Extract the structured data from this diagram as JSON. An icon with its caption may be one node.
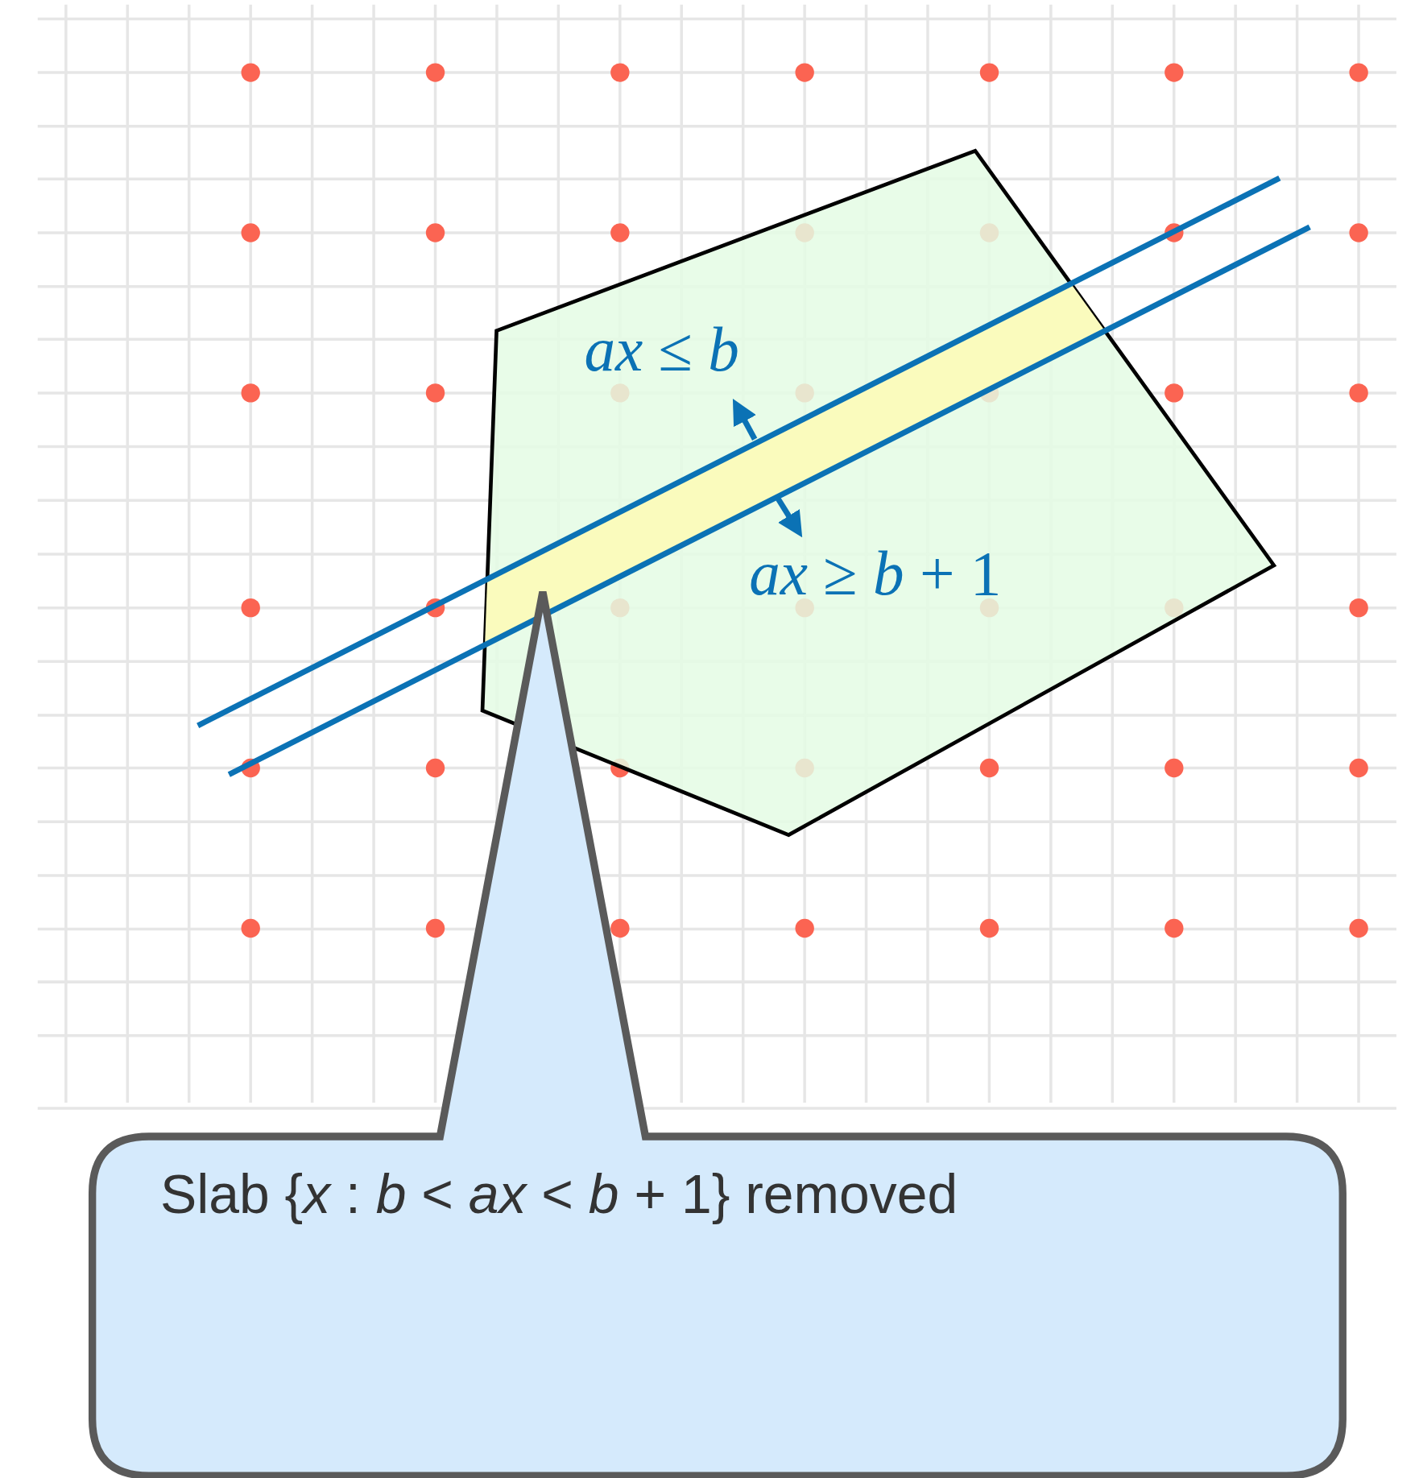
{
  "diagram": {
    "nodes": [
      {
        "text": [
          "Slab {*x* : *b* < *ax* < *b* + 1} removed"
        ]
      }
    ],
    "labels": [
      "*ax* ≤ *b*",
      "*ax* ≥ *b* + 1"
    ]
  }
}
